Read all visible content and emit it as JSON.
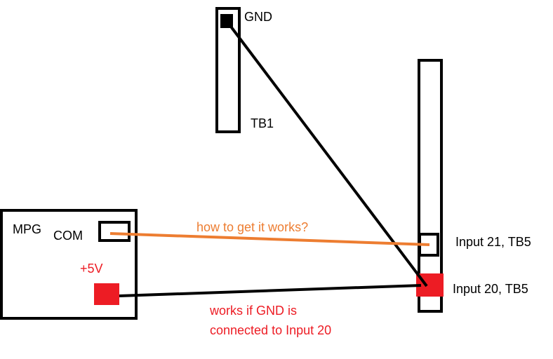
{
  "colors": {
    "outline": "#000000",
    "wire_orange": "#ed7d31",
    "pad_red": "#ed1c24",
    "note_red": "#ed1c24",
    "background": "#ffffff"
  },
  "tb1": {
    "gnd_label": "GND",
    "block_label": "TB1"
  },
  "tb5": {
    "input21_label": "Input 21, TB5",
    "input20_label": "Input 20, TB5"
  },
  "mpg": {
    "title": "MPG",
    "com_label": "COM",
    "plus5v_label": "+5V"
  },
  "annotations": {
    "question": "how to get it works?",
    "note_line1": "works if GND is",
    "note_line2": "connected to Input 20"
  }
}
